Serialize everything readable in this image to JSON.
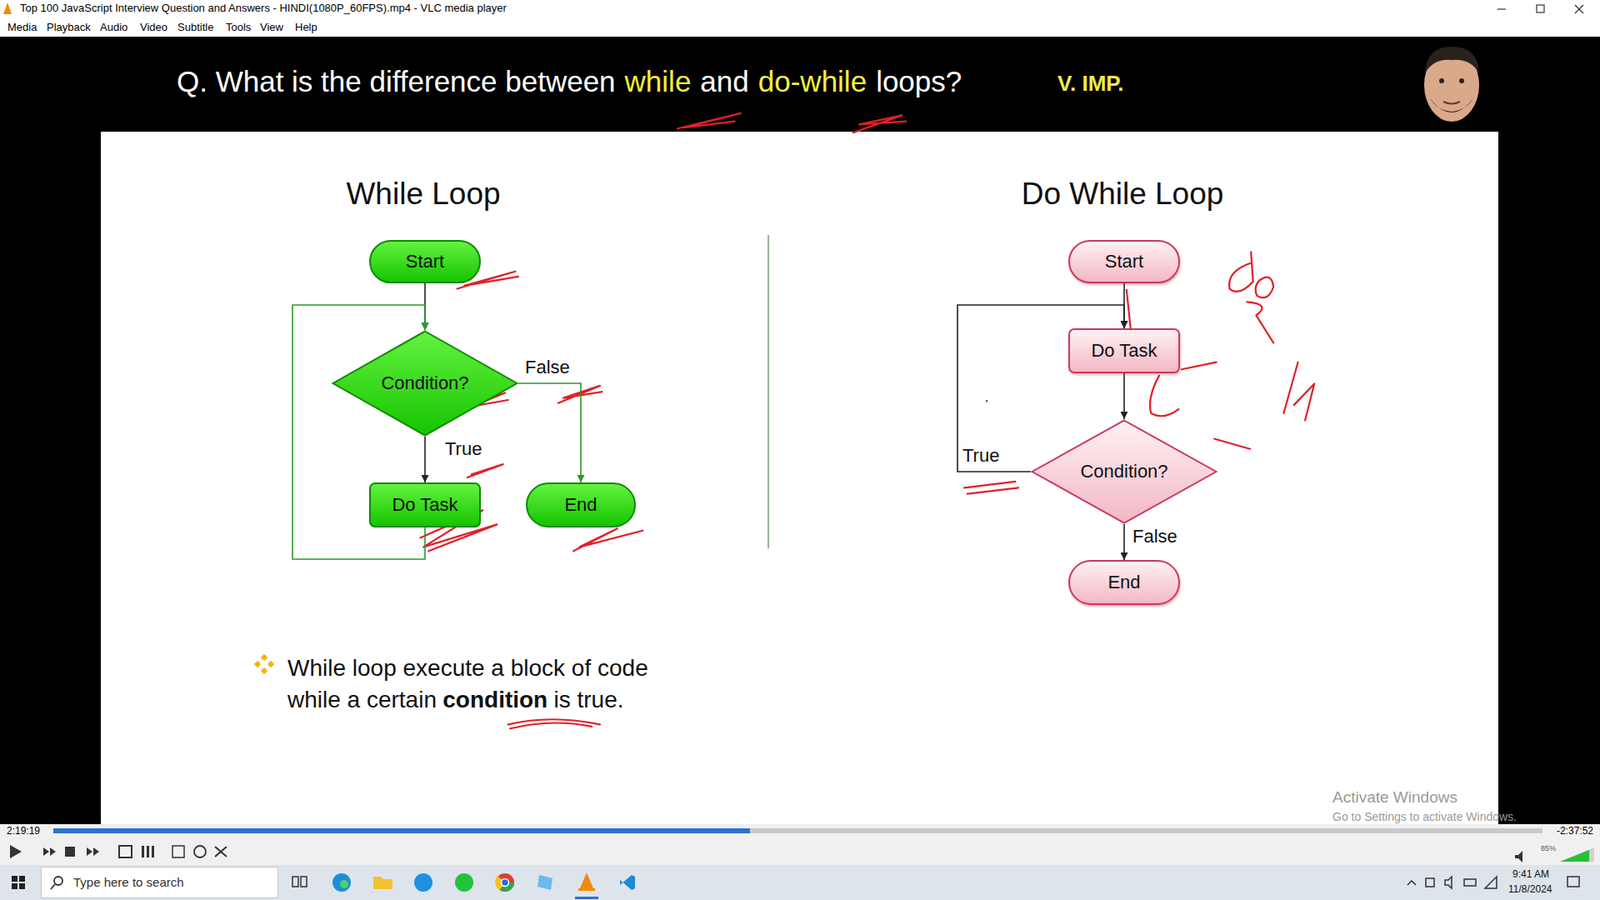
{
  "diagram": {
    "nodes": [
      {
        "text": [
          "Start"
        ]
      },
      {
        "text": [
          "Condition?"
        ]
      },
      {
        "text": [
          "Do Task"
        ]
      },
      {
        "text": [
          "End"
        ]
      },
      {
        "text": [
          "Start"
        ]
      },
      {
        "text": [
          "Do Task"
        ]
      },
      {
        "text": [
          "Condition?"
        ]
      },
      {
        "text": [
          "End"
        ]
      }
    ],
    "edges": [
      {
        "from": 0,
        "to": 1,
        "arrow": "to"
      },
      {
        "from": 1,
        "to": 2,
        "label": "True",
        "arrow": "to"
      },
      {
        "from": 1,
        "to": 3,
        "label": "False",
        "arrow": "to"
      },
      {
        "from": 2,
        "to": 1,
        "arrow": "to"
      },
      {
        "from": 4,
        "to": 5,
        "arrow": "to"
      },
      {
        "from": 5,
        "to": 6,
        "arrow": "to"
      },
      {
        "from": 6,
        "to": 5,
        "label": "True",
        "arrow": "to"
      },
      {
        "from": 6,
        "to": 7,
        "label": "False",
        "arrow": "to"
      }
    ],
    "labels": [
      "Top 100 JavaScript Interview Question and Answers - HINDI(1080P_60FPS).mp4 - VLC media player",
      "Media",
      "Playback",
      "Audio",
      "Video",
      "Subtitle",
      "Tools",
      "View",
      "Help",
      "Q. What is the difference between",
      "while",
      "and",
      "do-while",
      "loops?",
      "V. IMP.",
      "While Loop",
      "Do While Loop",
      "While loop execute a block of code while a certain",
      "condition",
      "is true.",
      "Activate Windows",
      "Go to Settings to activate Windows.",
      "2:19:19",
      "-2:37:52",
      "Type here to search",
      "9:41 AM",
      "11/8/2024",
      "85%"
    ]
  }
}
